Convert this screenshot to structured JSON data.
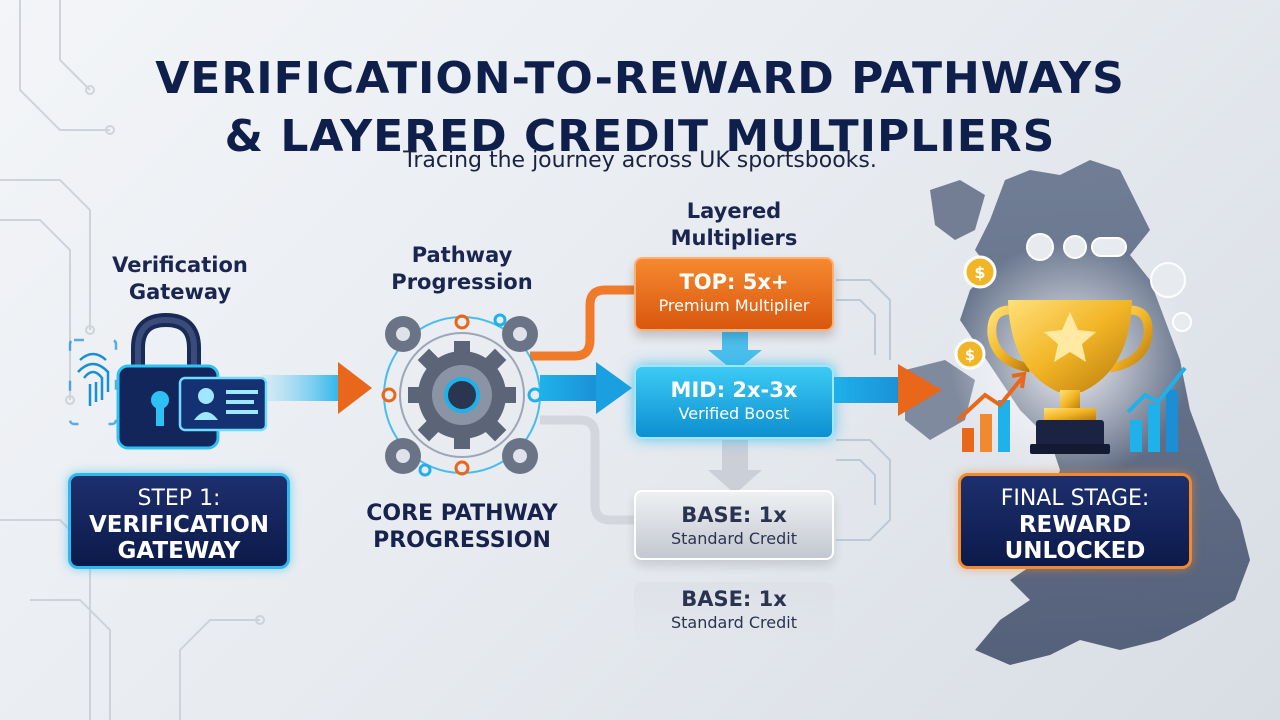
{
  "header": {
    "title_line1": "VERIFICATION-TO-REWARD PATHWAYS",
    "title_line2": "& LAYERED CREDIT MULTIPLIERS",
    "subtitle": "Tracing the journey across UK sportsbooks."
  },
  "verification": {
    "heading_line1": "Verification",
    "heading_line2": "Gateway",
    "step_label": "STEP 1:",
    "step_title_line1": "VERIFICATION",
    "step_title_line2": "GATEWAY"
  },
  "pathway": {
    "heading_line1": "Pathway",
    "heading_line2": "Progression",
    "caption_line1": "CORE PATHWAY",
    "caption_line2": "PROGRESSION"
  },
  "multipliers": {
    "heading_line1": "Layered",
    "heading_line2": "Multipliers",
    "top": {
      "title": "TOP: 5x+",
      "subtitle": "Premium Multiplier"
    },
    "mid": {
      "title": "MID: 2x-3x",
      "subtitle": "Verified Boost"
    },
    "base": {
      "title": "BASE: 1x",
      "subtitle": "Standard Credit"
    },
    "base_reflection": {
      "title": "BASE: 1x",
      "subtitle": "Standard Credit"
    }
  },
  "final": {
    "label": "FINAL STAGE:",
    "title_line1": "REWARD",
    "title_line2": "UNLOCKED"
  },
  "icons": [
    "padlock-icon",
    "fingerprint-icon",
    "id-card-icon",
    "gear-cluster-icon",
    "trophy-icon",
    "bar-chart-icon",
    "coin-icon",
    "uk-map"
  ],
  "colors": {
    "navy": "#0f1f4b",
    "orange": "#f0731f",
    "cyan": "#1fb1ea",
    "grey": "#c9ced6",
    "gold": "#f2b526"
  }
}
